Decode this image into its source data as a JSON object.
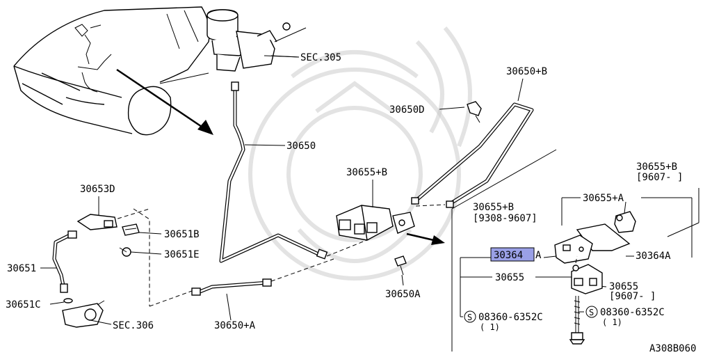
{
  "callouts": {
    "sec305": "SEC.305",
    "p30650b": "30650+B",
    "p30650d": "30650D",
    "p30650": "30650",
    "p30655b_top": "30655+B",
    "p30653d": "30653D",
    "p30651b": "30651B",
    "p30651e": "30651E",
    "p30651": "30651",
    "p30651c": "30651C",
    "sec306": "SEC.306",
    "p30650a_plus": "30650+A",
    "p30650a": "30650A",
    "p30655b_right": "30655+B",
    "range_9607": "[9607-   ]",
    "p30655b_left": "30655+B",
    "range_9308": "[9308-9607]",
    "p30655a": "30655+A",
    "p30364_hl": "30364",
    "p30364_hl_suffix": "A",
    "p30364a": "30364A",
    "p30655_left": "30655",
    "p30655_right": "30655",
    "range_9607b": "[9607-   ]",
    "bolt_left": "08360-6352C",
    "bolt_left_qty": "( 1)",
    "bolt_right": "08360-6352C",
    "bolt_right_qty": "( 1)",
    "bolt_symbol": "S",
    "diagram_code": "A308B060"
  },
  "highlight_color": "#9aa0e6"
}
